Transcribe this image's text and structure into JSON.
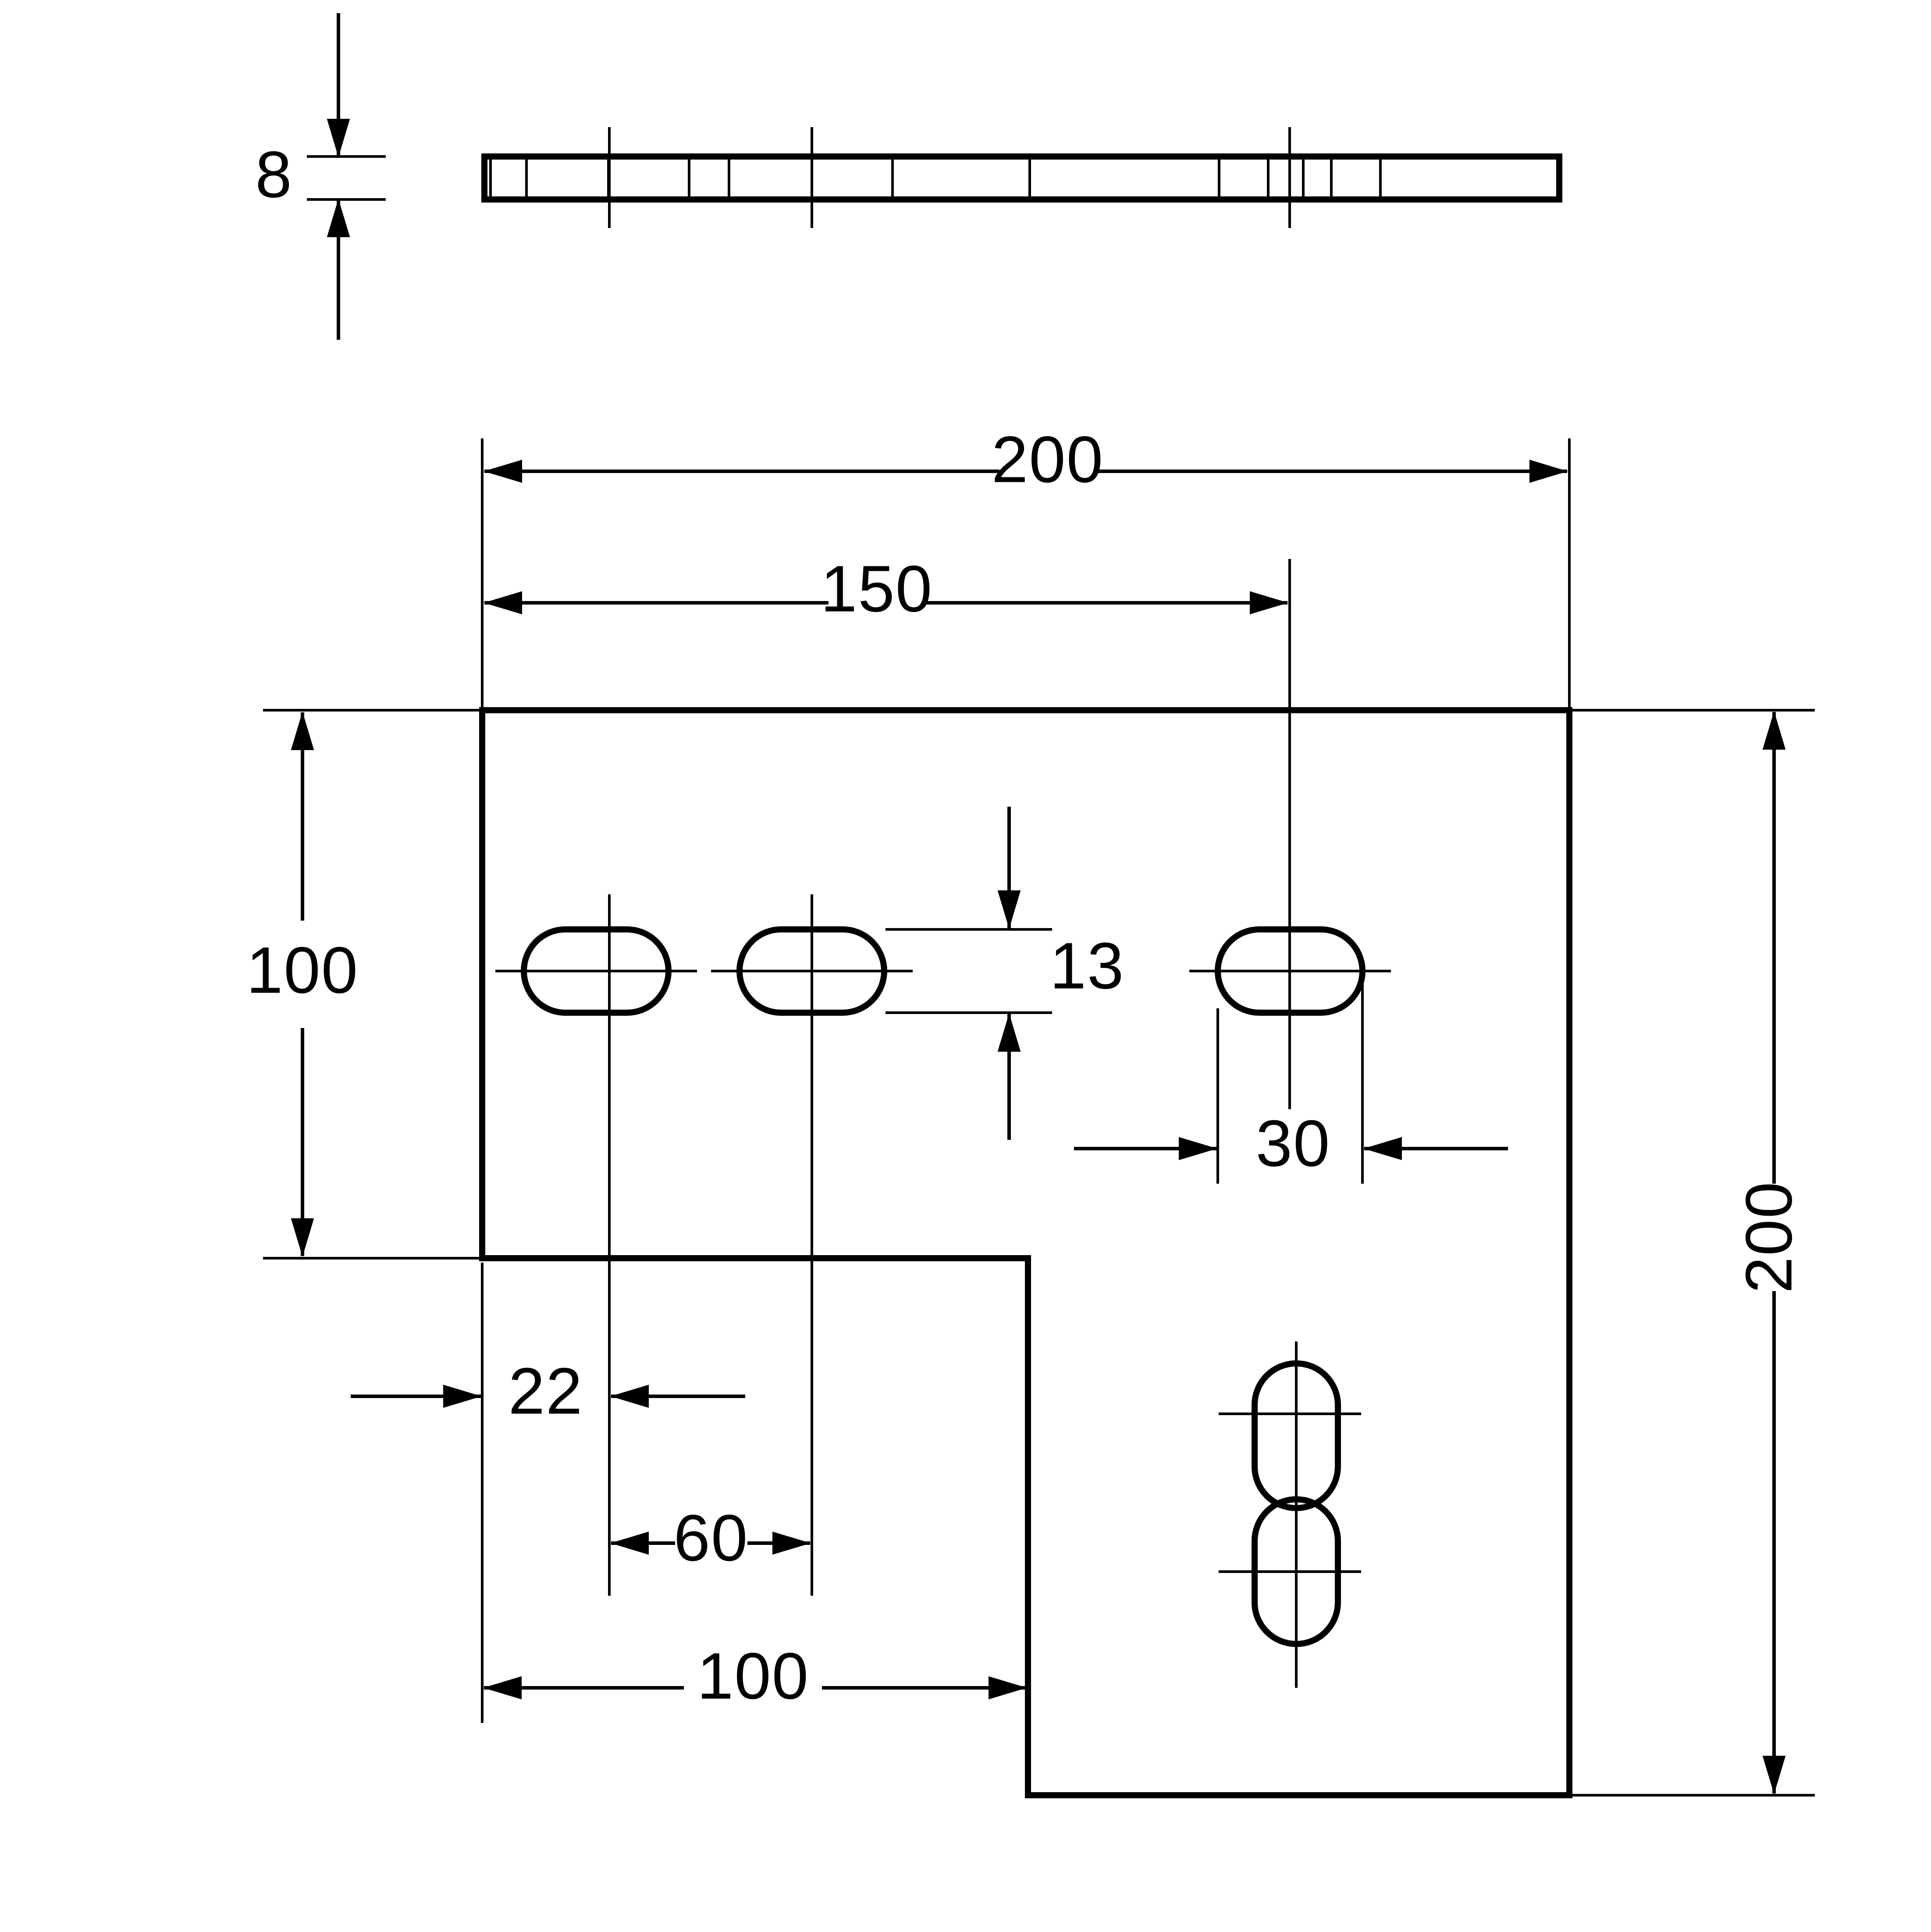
{
  "drawing": {
    "title": "L-shaped mounting plate with slotted holes",
    "units": "mm",
    "line_color": "#000000",
    "background_color": "#ffffff"
  },
  "views": {
    "side_view": {
      "name": "side-view",
      "thickness_label": "8"
    },
    "front_view": {
      "name": "front-view"
    }
  },
  "dimensions": {
    "thickness": "8",
    "overall_width": "200",
    "slot_group_width": "150",
    "upper_height": "100",
    "slot_height": "13",
    "slot_length": "30",
    "edge_to_slot": "22",
    "slot_pitch": "60",
    "notch_width": "100",
    "overall_height": "200"
  },
  "labels": [
    {
      "id": "thickness",
      "text": "8"
    },
    {
      "id": "overall-width",
      "text": "200"
    },
    {
      "id": "slot-group-width",
      "text": "150"
    },
    {
      "id": "upper-height",
      "text": "100"
    },
    {
      "id": "slot-height",
      "text": "13"
    },
    {
      "id": "slot-length",
      "text": "30"
    },
    {
      "id": "edge-to-slot",
      "text": "22"
    },
    {
      "id": "slot-pitch",
      "text": "60"
    },
    {
      "id": "notch-width",
      "text": "100"
    },
    {
      "id": "overall-height",
      "text": "200"
    }
  ],
  "features": {
    "horizontal_slots": [
      {
        "id": "slot-1",
        "orientation": "horizontal"
      },
      {
        "id": "slot-2",
        "orientation": "horizontal"
      },
      {
        "id": "slot-3",
        "orientation": "horizontal"
      }
    ],
    "vertical_slots": [
      {
        "id": "slot-4",
        "orientation": "vertical"
      },
      {
        "id": "slot-5",
        "orientation": "vertical"
      }
    ]
  }
}
